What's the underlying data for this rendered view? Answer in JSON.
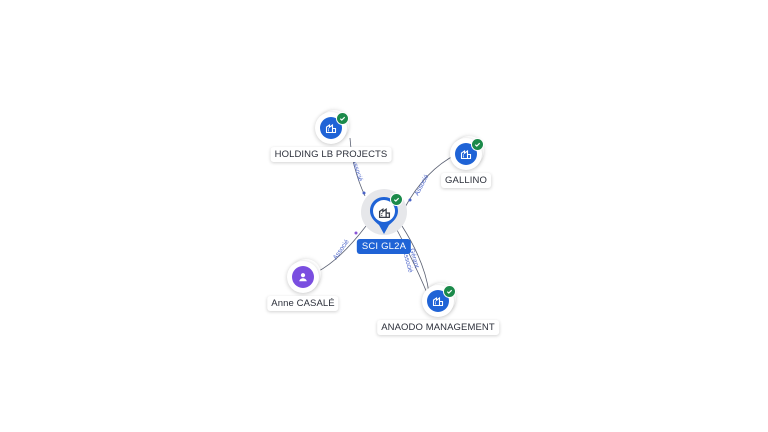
{
  "colors": {
    "company": "#1f63d6",
    "person": "#7a4ee0",
    "verified": "#1b8a4a",
    "edge": "#5a6072",
    "edge_label": "#4a63c8"
  },
  "center": {
    "label": "SCI GL2A",
    "icon": "building-icon",
    "verified": true
  },
  "nodes": [
    {
      "id": "holding",
      "label": "HOLDING LB PROJECTS",
      "type": "company",
      "icon": "building-icon",
      "verified": true
    },
    {
      "id": "gallino",
      "label": "GALLINO",
      "type": "company",
      "icon": "building-icon",
      "verified": true
    },
    {
      "id": "anne",
      "label": "Anne CASALÉ",
      "type": "person",
      "icon": "person-icon",
      "verified": false
    },
    {
      "id": "anaodo",
      "label": "ANAODO MANAGEMENT",
      "type": "company",
      "icon": "building-icon",
      "verified": true
    }
  ],
  "edges": [
    {
      "from": "holding",
      "label": "Associé"
    },
    {
      "from": "gallino",
      "label": "Associé"
    },
    {
      "from": "anne",
      "label": "Associé"
    },
    {
      "from": "anaodo",
      "label": "Gérant"
    },
    {
      "from": "anaodo",
      "label": "Associé"
    }
  ]
}
